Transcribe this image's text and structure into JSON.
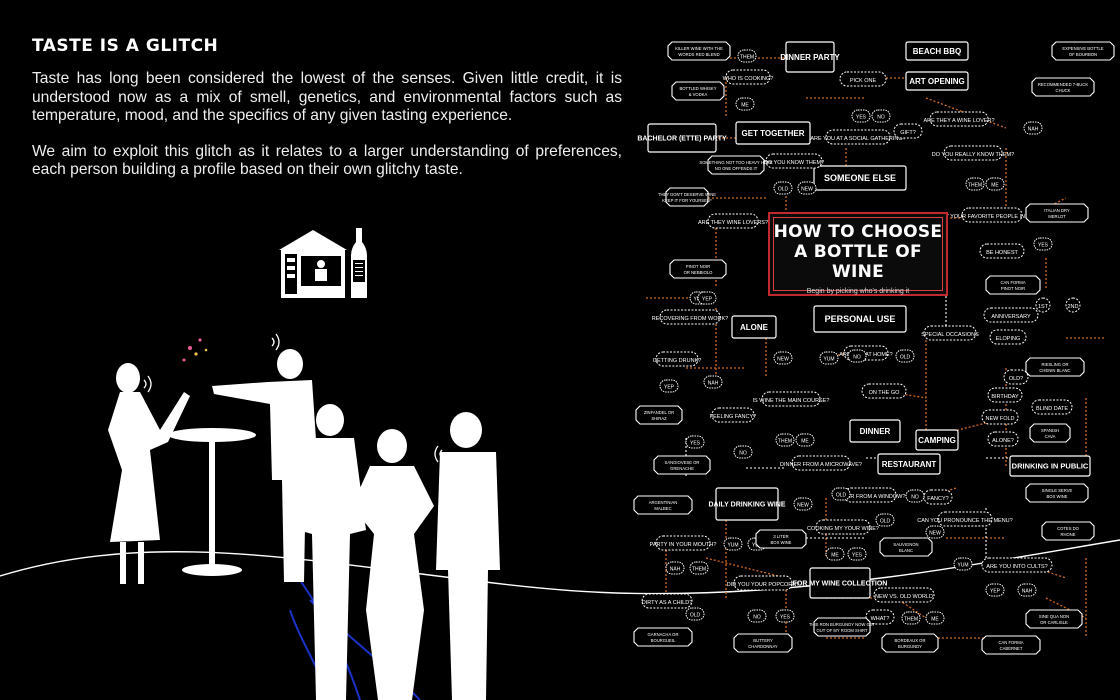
{
  "article": {
    "heading": "TASTE IS A GLITCH",
    "paragraph_1": "Taste has long been considered the lowest of the senses. Given little credit, it is understood now as a mix of smell, genetics, and environmental factors such as temperature, mood, and the specifics of any given tasting experience.",
    "paragraph_2": "We aim to exploit this glitch as it relates to a larger understanding of preferences, each person building a profile based on their own glitchy taste."
  },
  "illustrations": {
    "shop_icon": "wine-shop-icon",
    "bottle_icon": "wine-bottle-icon",
    "people_silhouettes": "party-silhouettes"
  },
  "flowchart": {
    "title_line_1": "HOW TO CHOOSE",
    "title_line_2": "A BOTTLE OF WINE",
    "subtitle": "Begin by picking who's drinking it",
    "primary_boxes": [
      "SOMEONE ELSE",
      "PERSONAL USE",
      "DINNER PARTY",
      "BEACH BBQ",
      "ART OPENING",
      "GET TOGETHER",
      "BACHELOR (ETTE) PARTY",
      "ALONE",
      "DINNER",
      "CAMPING",
      "RESTAURANT",
      "DRINKING IN PUBLIC",
      "DAILY DRINKING WINE",
      "FOR MY WINE COLLECTION"
    ],
    "questions": [
      "WHO IS COOKING?",
      "PICK ONE",
      "ARE YOU AT A SOCIAL GATHERING?",
      "DO YOU KNOW THEM?",
      "ARE THEY WINE LOVERS?",
      "GIFT?",
      "ARE THEY A WINE LOVER?",
      "DO YOU REALLY KNOW THEM?",
      "ARE THEY YOUR FAVORITE PEOPLE IN THE WORLD?",
      "BE HONEST",
      "RECOVERING FROM WORK?",
      "GETTING DRUNK?",
      "FEELING FANCY?",
      "ARE YOU AT HOME?",
      "ON THE GO",
      "IS WINE THE MAIN COURSE?",
      "DINNER FROM A MICROWAVE?",
      "ORDER FROM A WINDOW?",
      "FANCY?",
      "COOKING MY YOUR WINE?",
      "PARTY IN YOUR MOUTH?",
      "CAN YOU PRONOUNCE THE MENU?",
      "ARE YOU INTO CULTS?",
      "DIRTY AS A CHILD?",
      "DID YOU YOUR POPCORN?",
      "NEW VS. OLD WORLD",
      "WHAT?",
      "SPECIAL OCCASIONS",
      "ANNIVERSARY",
      "ELOPING",
      "OLD?",
      "1ST",
      "2ND",
      "BIRTHDAY",
      "BLIND DATE",
      "NEW FOLD",
      "ALONE?"
    ],
    "answers": [
      "THEM",
      "ME",
      "YES",
      "NO",
      "OLD",
      "NEW",
      "YUM",
      "YEP",
      "NAH"
    ],
    "wine_picks": [
      "KILLER WINE WITH THE WORDS RED BLEND",
      "EXPENSIVE BOTTLE OF BOURBON",
      "BOTTLED WHISKY & VODKA",
      "RECOMMENDED 7-BUCK CHUCK",
      "THEY DON'T DESERVE WINE KEEP IT FOR YOURSELF",
      "SOMETHING NOT TOO HEAVY HOPE NO ONE OFFENDS IT",
      "ITALIAN DRY MERLOT",
      "PINOT NOIR OR NEBBIOLO",
      "CAN FORMA PINOT NOIR",
      "RIESLING OR CHENIN BLANC",
      "ZINFANDEL OR SHIRAZ",
      "SANGIOVESE OR GRENACHE",
      "SPANISH CAVA",
      "SINGLE SERVE BOX WINE",
      "ARGENTINIAN MALBEC",
      "3 LITER BOX WINE",
      "COTES DO RHONE",
      "SAUVIGNON BLANC",
      "SINE QUA NON OR CARLISLE",
      "GARNACHA OR BOURGUEIL",
      "BUTTERY CHARDONNAY",
      "THIS RON BURGUNDY NOW GET OUT OF MY ROOM SHIRT",
      "BORDEAUX OR BURGUNDY",
      "CAN FORMA CABERNET"
    ]
  },
  "colors": {
    "background": "#000000",
    "accent_red": "#c2282f",
    "connector_orange": "#d2691e",
    "text": "#ffffff"
  }
}
